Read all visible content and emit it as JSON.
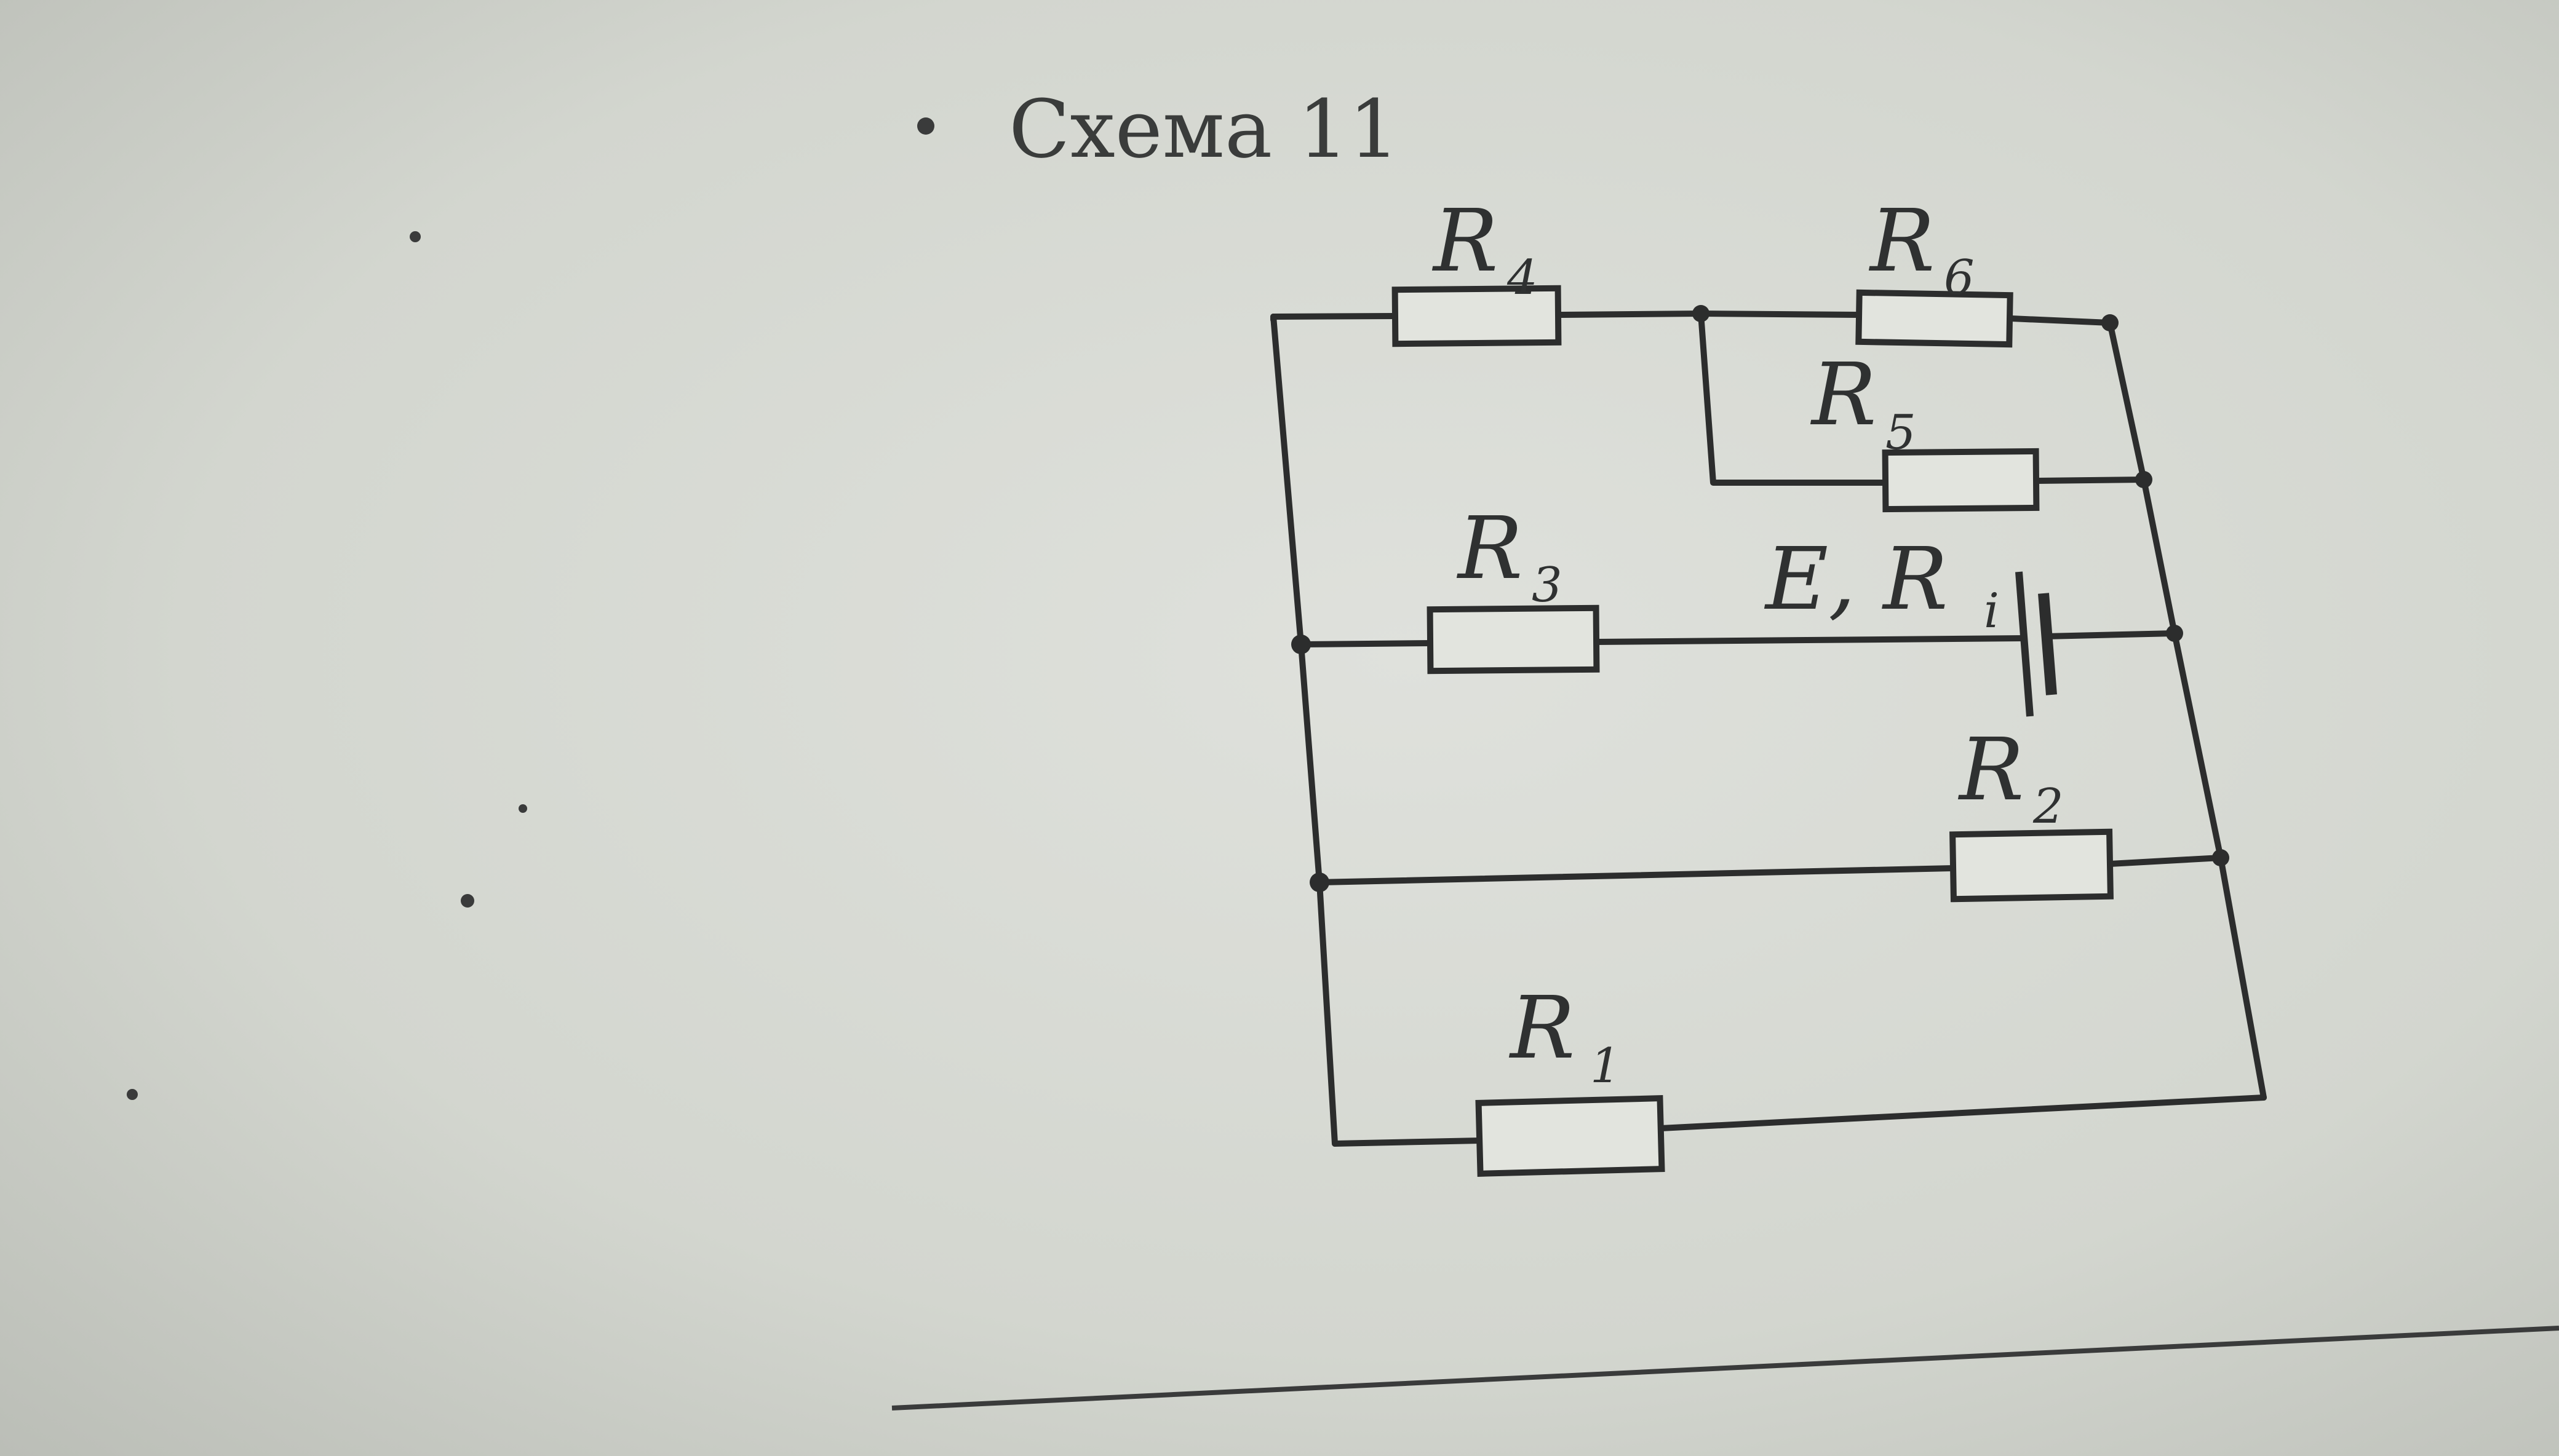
{
  "title": "Схема 11",
  "components": {
    "r4": {
      "letter": "R",
      "index": "4"
    },
    "r6": {
      "letter": "R",
      "index": "6"
    },
    "r5": {
      "letter": "R",
      "index": "5"
    },
    "r3": {
      "letter": "R",
      "index": "3"
    },
    "source": {
      "text": "E, R",
      "index": "i"
    },
    "r2": {
      "letter": "R",
      "index": "2"
    },
    "r1": {
      "letter": "R",
      "index": "1"
    }
  },
  "colors": {
    "ink": "#2c2d2d",
    "paper": "#d8dbd5"
  }
}
